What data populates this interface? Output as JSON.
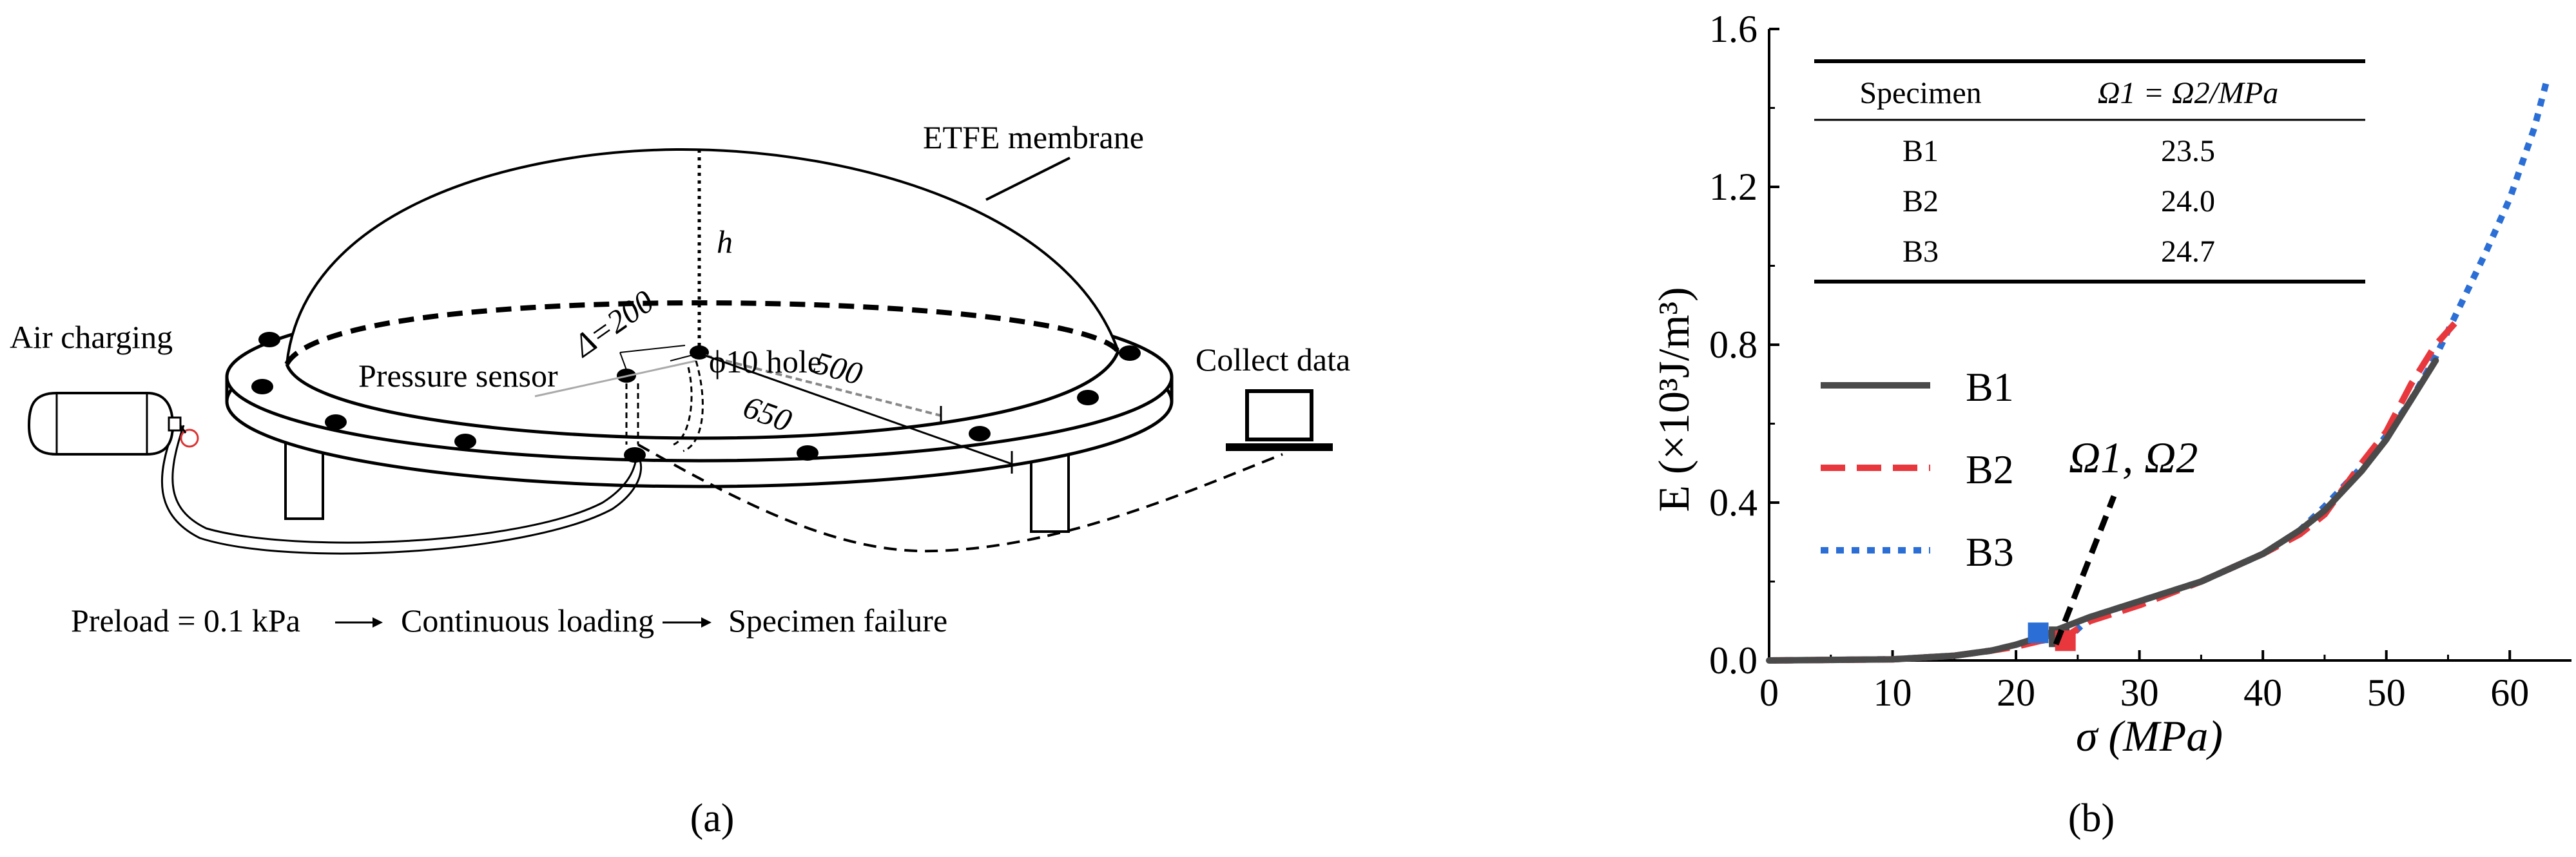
{
  "diagram": {
    "labels": {
      "membrane": "ETFE membrane",
      "height": "h",
      "air": "Air charging",
      "sensor": "Pressure sensor",
      "offset": "Δ=200",
      "hole": "ϕ10 hole",
      "radius_inner": "500",
      "radius_outer": "650",
      "collect": "Collect data"
    },
    "flow": [
      "Preload = 0.1 kPa",
      "Continuous loading",
      "Specimen failure"
    ],
    "caption": "(a)"
  },
  "chart_data": {
    "type": "line",
    "xlabel": "σ (MPa)",
    "ylabel": "E (×10³J/m³)",
    "xlim": [
      0,
      65
    ],
    "ylim": [
      0,
      1.6
    ],
    "xticks": [
      "0",
      "10",
      "20",
      "30",
      "40",
      "50",
      "60"
    ],
    "yticks": [
      "0.0",
      "0.4",
      "0.8",
      "1.2",
      "1.6"
    ],
    "grid": false,
    "legend_position": "middle-left",
    "colors": {
      "B1": "#4a4a4a",
      "B2": "#e8383d",
      "B3": "#2b6fd6"
    },
    "series": [
      {
        "name": "B1",
        "style": "solid",
        "x": [
          0,
          10,
          15,
          18,
          20,
          22,
          23.5,
          26,
          30,
          35,
          40,
          43,
          45,
          48,
          50,
          52,
          54
        ],
        "y": [
          0,
          0.003,
          0.012,
          0.025,
          0.04,
          0.06,
          0.08,
          0.11,
          0.15,
          0.2,
          0.27,
          0.33,
          0.38,
          0.48,
          0.56,
          0.66,
          0.76
        ]
      },
      {
        "name": "B2",
        "style": "dashed",
        "x": [
          0,
          10,
          15,
          18,
          20,
          22,
          24,
          26,
          30,
          35,
          40,
          43,
          45,
          48,
          50,
          52,
          54,
          56
        ],
        "y": [
          0,
          0.003,
          0.012,
          0.025,
          0.035,
          0.05,
          0.06,
          0.1,
          0.14,
          0.2,
          0.27,
          0.32,
          0.37,
          0.5,
          0.58,
          0.7,
          0.8,
          0.87
        ]
      },
      {
        "name": "B3",
        "style": "dotted",
        "x": [
          0,
          10,
          15,
          18,
          20,
          22,
          24.7,
          26,
          30,
          35,
          40,
          43,
          45,
          48,
          50,
          52,
          54,
          56,
          58,
          60,
          62,
          63
        ],
        "y": [
          0,
          0.003,
          0.012,
          0.025,
          0.04,
          0.06,
          0.07,
          0.11,
          0.15,
          0.2,
          0.27,
          0.33,
          0.39,
          0.49,
          0.57,
          0.66,
          0.77,
          0.9,
          1.03,
          1.17,
          1.35,
          1.47
        ]
      }
    ],
    "markers": [
      {
        "series": "B1",
        "x": 23.5,
        "y": 0.06
      },
      {
        "series": "B2",
        "x": 24.0,
        "y": 0.05
      },
      {
        "series": "B3",
        "x": 21.8,
        "y": 0.07
      }
    ],
    "annotation": "Ω1, Ω2",
    "table": {
      "headers": [
        "Specimen",
        "Ω1 = Ω2/MPa"
      ],
      "rows": [
        [
          "B1",
          "23.5"
        ],
        [
          "B2",
          "24.0"
        ],
        [
          "B3",
          "24.7"
        ]
      ]
    },
    "caption": "(b)"
  }
}
